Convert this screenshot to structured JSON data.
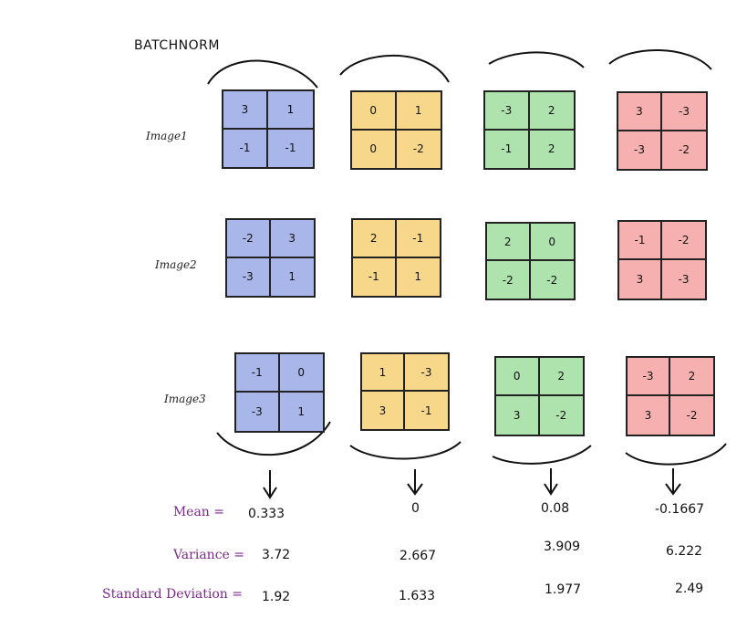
{
  "title": "BATCHNORM",
  "rows": [
    {
      "label": "Image1"
    },
    {
      "label": "Image2"
    },
    {
      "label": "Image3"
    }
  ],
  "tiles": [
    [
      [
        "3",
        "1",
        "-1",
        "-1"
      ],
      [
        "0",
        "1",
        "0",
        "-2"
      ],
      [
        "-3",
        "2",
        "-1",
        "2"
      ],
      [
        "3",
        "-3",
        "-3",
        "-2"
      ]
    ],
    [
      [
        "-2",
        "3",
        "-3",
        "1"
      ],
      [
        "2",
        "-1",
        "-1",
        "1"
      ],
      [
        "2",
        "0",
        "-2",
        "-2"
      ],
      [
        "-1",
        "-2",
        "3",
        "-3"
      ]
    ],
    [
      [
        "-1",
        "0",
        "-3",
        "1"
      ],
      [
        "1",
        "-3",
        "3",
        "-1"
      ],
      [
        "0",
        "2",
        "3",
        "-2"
      ],
      [
        "-3",
        "2",
        "3",
        "-2"
      ]
    ]
  ],
  "channel_colors": [
    "#a9b6ea",
    "#f7d88a",
    "#aee3ad",
    "#f6b0b0"
  ],
  "stats": {
    "mean_label": "Mean =",
    "variance_label": "Variance =",
    "std_label": "Standard Deviation =",
    "mean": [
      "0.333",
      "0",
      "0.08",
      "-0.1667"
    ],
    "variance": [
      "3.72",
      "2.667",
      "3.909",
      "6.222"
    ],
    "std": [
      "1.92",
      "1.633",
      "1.977",
      "2.49"
    ]
  }
}
